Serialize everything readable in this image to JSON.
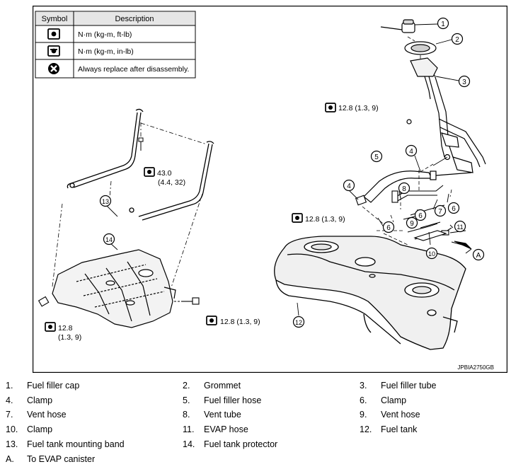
{
  "symbol_table": {
    "headers": {
      "symbol": "Symbol",
      "description": "Description"
    },
    "rows": [
      {
        "icon": "torque-wrench-icon",
        "description": "N·m (kg-m, ft-lb)"
      },
      {
        "icon": "torque-wrench-inlb-icon",
        "description": "N·m (kg-m, in-lb)"
      },
      {
        "icon": "replace-part-icon",
        "description": "Always replace after disassembly."
      }
    ]
  },
  "callouts": {
    "c1": "1",
    "c2": "2",
    "c3": "3",
    "c4a": "4",
    "c4b": "4",
    "c5": "5",
    "c6a": "6",
    "c6b": "6",
    "c6c": "6",
    "c7": "7",
    "c8": "8",
    "c9": "9",
    "c10": "10",
    "c11": "11",
    "c12": "12",
    "c13": "13",
    "c14": "14",
    "cA": "A"
  },
  "torque_specs": {
    "t_filler_tube": "12.8 (1.3, 9)",
    "t_band_line1": "43.0",
    "t_band_line2": "(4.4, 32)",
    "t_clamp": "12.8 (1.3, 9)",
    "t_protector_right": "12.8 (1.3, 9)",
    "t_protector_left_line1": "12.8",
    "t_protector_left_line2": "(1.3, 9)"
  },
  "figure_code": "JPBIA2750GB",
  "legend": [
    [
      {
        "num": "1.",
        "text": "Fuel filler cap"
      },
      {
        "num": "2.",
        "text": "Grommet"
      },
      {
        "num": "3.",
        "text": "Fuel filler tube"
      }
    ],
    [
      {
        "num": "4.",
        "text": "Clamp"
      },
      {
        "num": "5.",
        "text": "Fuel filler hose"
      },
      {
        "num": "6.",
        "text": "Clamp"
      }
    ],
    [
      {
        "num": "7.",
        "text": "Vent hose"
      },
      {
        "num": "8.",
        "text": "Vent tube"
      },
      {
        "num": "9.",
        "text": "Vent hose"
      }
    ],
    [
      {
        "num": "10.",
        "text": "Clamp"
      },
      {
        "num": "11.",
        "text": "EVAP hose"
      },
      {
        "num": "12.",
        "text": "Fuel tank"
      }
    ],
    [
      {
        "num": "13.",
        "text": "Fuel tank mounting band"
      },
      {
        "num": "14.",
        "text": "Fuel tank protector"
      }
    ],
    [
      {
        "num": "A.",
        "text": "To EVAP canister"
      }
    ]
  ]
}
